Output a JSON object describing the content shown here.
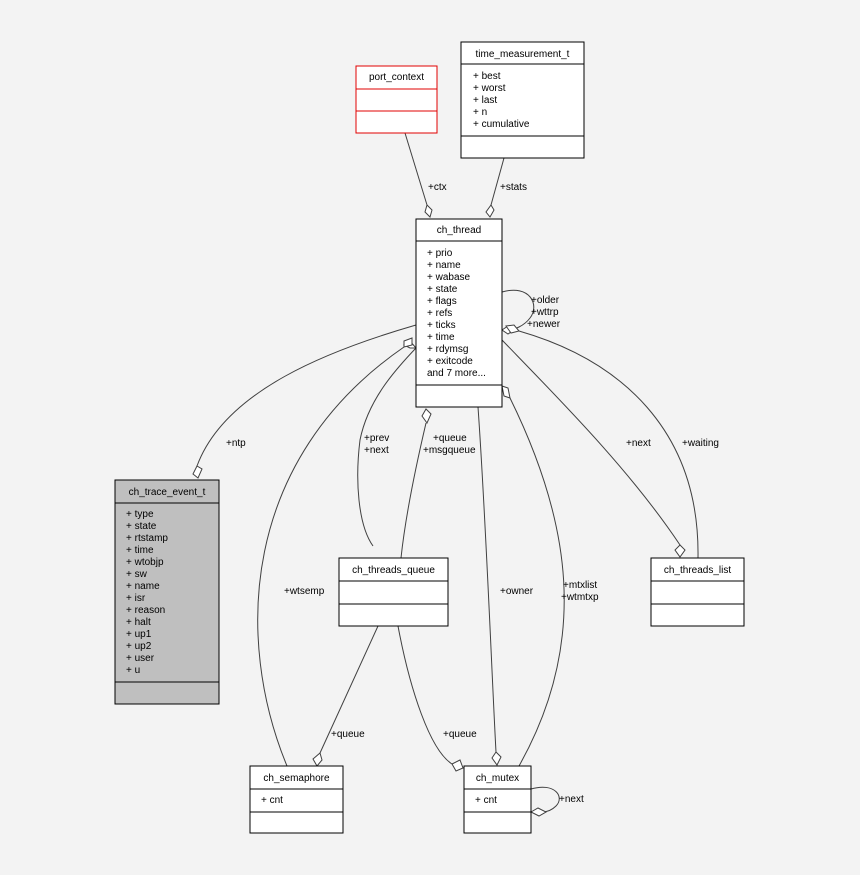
{
  "classes": {
    "port_context": {
      "name": "port_context",
      "members": []
    },
    "time_measurement_t": {
      "name": "time_measurement_t",
      "members": [
        "+ best",
        "+ worst",
        "+ last",
        "+ n",
        "+ cumulative"
      ]
    },
    "ch_thread": {
      "name": "ch_thread",
      "members": [
        "+ prio",
        "+ name",
        "+ wabase",
        "+ state",
        "+ flags",
        "+ refs",
        "+ ticks",
        "+ time",
        "+ rdymsg",
        "+ exitcode",
        "and 7 more..."
      ]
    },
    "ch_trace_event_t": {
      "name": "ch_trace_event_t",
      "members": [
        "+ type",
        "+ state",
        "+ rtstamp",
        "+ time",
        "+ wtobjp",
        "+ sw",
        "+ name",
        "+ isr",
        "+ reason",
        "+ halt",
        "+ up1",
        "+ up2",
        "+ user",
        "+ u"
      ]
    },
    "ch_threads_queue": {
      "name": "ch_threads_queue",
      "members": []
    },
    "ch_threads_list": {
      "name": "ch_threads_list",
      "members": []
    },
    "ch_semaphore": {
      "name": "ch_semaphore",
      "members": [
        "+ cnt"
      ]
    },
    "ch_mutex": {
      "name": "ch_mutex",
      "members": [
        "+ cnt"
      ]
    }
  },
  "edges": {
    "ctx": [
      "+ctx"
    ],
    "stats": [
      "+stats"
    ],
    "self_thread": [
      "+older",
      "+wttrp",
      "+newer"
    ],
    "ntp": [
      "+ntp"
    ],
    "prev_next": [
      "+prev",
      "+next"
    ],
    "queue_msgqueue": [
      "+queue",
      "+msgqueue"
    ],
    "list_next": [
      "+next"
    ],
    "waiting": [
      "+waiting"
    ],
    "wtsemp": [
      "+wtsemp"
    ],
    "owner": [
      "+owner"
    ],
    "mtxlist": [
      "+mtxlist",
      "+wtmtxp"
    ],
    "sem_queue": [
      "+queue"
    ],
    "mutex_queue": [
      "+queue"
    ],
    "mutex_next": [
      "+next"
    ]
  }
}
